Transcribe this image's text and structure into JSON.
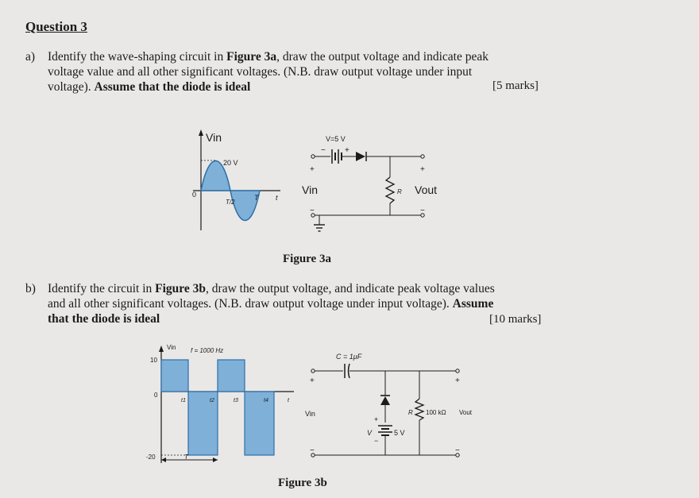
{
  "question_title": "Question 3",
  "part_a": {
    "label": "a)",
    "line1_pre": "Identify the wave-shaping circuit in ",
    "line1_bold": "Figure 3a",
    "line1_post": ", draw the output voltage and indicate peak",
    "line2": "voltage value and all other significant voltages. (N.B. draw output voltage under input",
    "line3_pre": "voltage).  ",
    "line3_bold": "Assume that the diode is ideal",
    "marks": "[5 marks]"
  },
  "figure_3a": {
    "caption": "Figure 3a",
    "waveform": {
      "y_label": "Vin",
      "peak_label": "20 V",
      "origin_label": "0",
      "half_period_label": "T/2",
      "period_label": "T",
      "time_label": "t",
      "peak_value": 20
    },
    "circuit": {
      "battery_label": "V=5 V",
      "battery_minus": "−",
      "battery_plus": "+",
      "input_label": "Vin",
      "output_label": "Vout",
      "resistor_label": "R",
      "in_plus": "+",
      "in_minus": "−",
      "out_plus": "+",
      "out_minus": "−"
    }
  },
  "part_b": {
    "label": "b)",
    "line1_pre": "Identify the circuit in ",
    "line1_bold": "Figure 3b",
    "line1_post": ", draw the output voltage, and indicate peak voltage values",
    "line2_pre": "and all other significant voltages. (N.B. draw output voltage under input voltage).  ",
    "line2_bold": "Assume",
    "line3_bold": "that the diode is ideal",
    "marks": "[10 marks]"
  },
  "figure_3b": {
    "caption": "Figure 3b",
    "waveform": {
      "y_label": "Vin",
      "freq_label": "f = 1000 Hz",
      "high_label": "10",
      "zero_label": "0",
      "low_label": "-20",
      "t1": "t1",
      "t2": "t2",
      "t3": "t3",
      "t4": "t4",
      "time_label": "t",
      "period_label": "T",
      "high_value": 10,
      "low_value": -20
    },
    "circuit": {
      "capacitor_label": "C = 1μF",
      "input_label": "Vin",
      "resistor_label": "R",
      "resistor_value": "100 kΩ",
      "output_label": "Vout",
      "battery_label": "V",
      "battery_value": "5 V",
      "in_plus": "+",
      "in_minus": "−",
      "out_plus": "+",
      "out_minus": "−",
      "bat_plus": "+",
      "bat_minus": "−"
    }
  },
  "colors": {
    "wave_fill": "#7fb0d8",
    "wave_stroke": "#2e6fa8",
    "ink": "#1b1b1b",
    "paper": "#e9e8e6"
  }
}
